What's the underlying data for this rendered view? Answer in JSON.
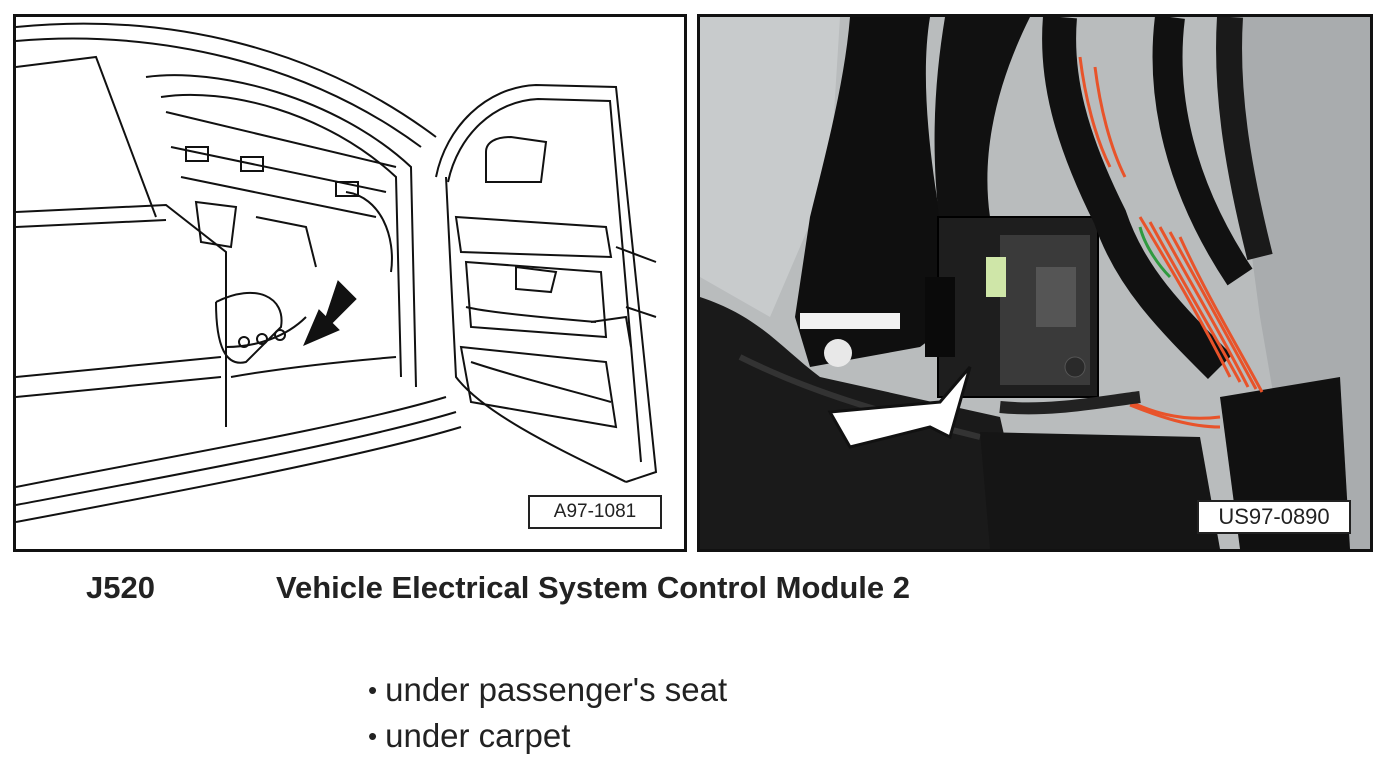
{
  "figure_left": {
    "reference": "A97-1081"
  },
  "figure_right": {
    "reference": "US97-0890"
  },
  "component": {
    "code": "J520",
    "name": "Vehicle Electrical System Control Module 2"
  },
  "locations": [
    {
      "bullet": "•",
      "text": "under passenger's seat"
    },
    {
      "bullet": "•",
      "text": "under carpet"
    }
  ],
  "colors": {
    "text": "#222222",
    "photo_background": "#b9bcbd",
    "harness_wires": "#e8532a"
  }
}
